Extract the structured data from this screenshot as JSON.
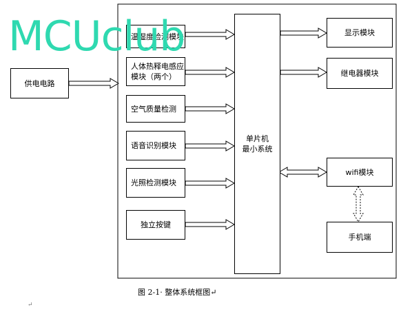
{
  "watermark": "MCUclub",
  "blocks": {
    "temp_humidity": "温湿度检测模块",
    "pir_line1": "人体热释电感应",
    "pir_line2": "模块（两个）",
    "air_quality": "空气质量检测",
    "voice": "语音识别模块",
    "light": "光照检测模块",
    "button": "独立按键",
    "mcu_line1": "单片机",
    "mcu_line2": "最小系统",
    "display": "显示模块",
    "relay": "继电器模块",
    "wifi": "wifi模块",
    "phone": "手机端",
    "power": "供电电路"
  },
  "caption": "图 2-1· 整体系统框图↵",
  "para_mark": "↵"
}
